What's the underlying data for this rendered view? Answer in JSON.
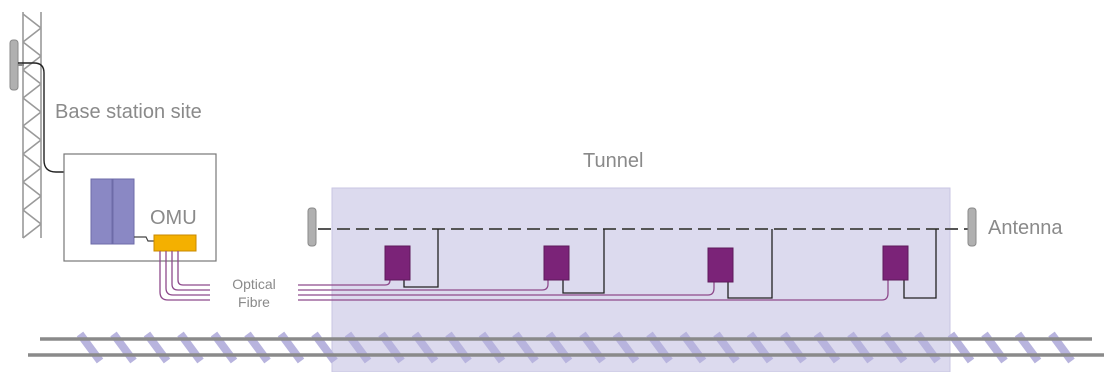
{
  "labels": {
    "base_station_site": "Base station site",
    "tunnel": "Tunnel",
    "omu": "OMU",
    "antenna": "Antenna",
    "optical_line1": "Optical",
    "optical_line2": "Fibre"
  },
  "icons": {
    "tower": "lattice-tower-icon",
    "antenna": "panel-antenna-icon",
    "repeater": "remote-unit-icon",
    "omu": "optical-master-unit-icon"
  },
  "colors": {
    "tunnel_fill": "#dcdaee",
    "repeater": "#7b2378",
    "fibre": "#8e4a8c",
    "omu": "#f4b000",
    "base_unit": "#8a88c4",
    "rail_tie": "#b8b4de",
    "rail": "#8a8a8a",
    "label": "#8a8a8a"
  }
}
